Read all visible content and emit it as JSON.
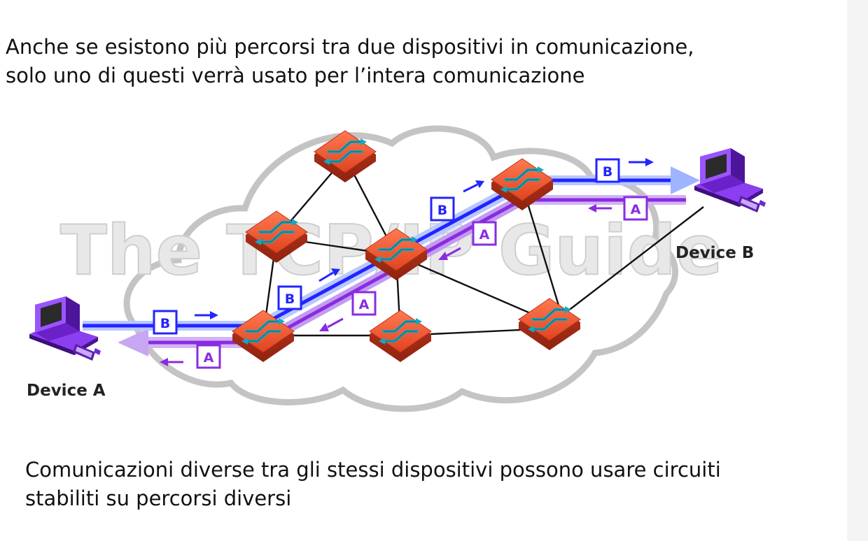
{
  "captions": {
    "top_line1": "Anche se esistono più percorsi tra due dispositivi in comunicazione,",
    "top_line2": "solo uno di questi verrà usato per l’intera comunicazione",
    "bottom_line1": "Comunicazioni diverse tra gli stessi dispositivi possono usare circuiti",
    "bottom_line2": "stabiliti su percorsi diversi"
  },
  "diagram": {
    "watermark": "The TCP/IP Guide",
    "device_a_label": "Device A",
    "device_b_label": "Device B",
    "packet_b_label": "B",
    "packet_a_label": "A",
    "colors": {
      "path_b": "#2424ff",
      "path_a": "#8a2be2",
      "router_fill": "#e8502e",
      "router_icon": "#20b4c8",
      "device_body": "#7c2cd6",
      "cloud_outline": "#bdbdbd",
      "link": "#111111"
    },
    "icons": [
      "router-icon",
      "computer-icon",
      "arrow-icon"
    ]
  }
}
